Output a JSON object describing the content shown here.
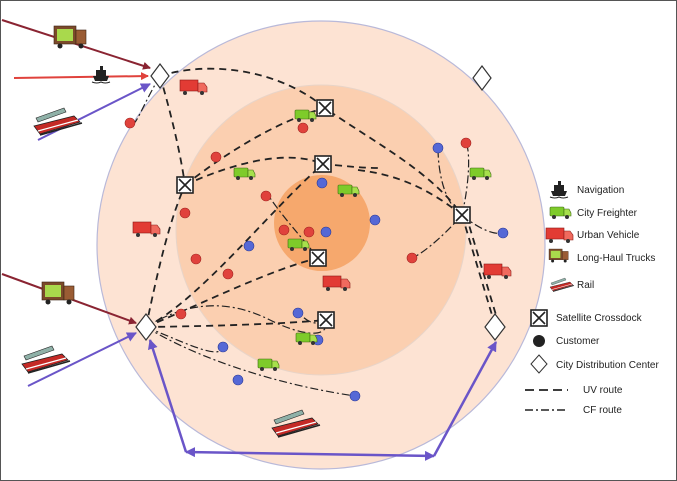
{
  "colors": {
    "outer_ring": "#fde3d3",
    "middle_ring": "#fbcfb0",
    "inner_ring": "#f6a86d",
    "ring_stroke": "#b9b9d9",
    "customer_red": "#e0423c",
    "customer_blue": "#5568d6",
    "arrow_red": "#e0423c",
    "arrow_darkred": "#8a2432",
    "arrow_purple": "#6a55c8",
    "route": "#222222"
  },
  "legend": {
    "navigation": "Navigation",
    "city_freighter": "City Freighter",
    "urban_vehicle": "Urban Vehicle",
    "long_haul_trucks": "Long-Haul Trucks",
    "rail": "Rail",
    "satellite_crossdock": "Satellite Crossdock",
    "customer": "Customer",
    "city_distribution_center": "City Distribution Center",
    "uv_route": "UV route",
    "cf_route": "CF route"
  },
  "icons": {
    "navigation": "ship-icon",
    "city_freighter": "green-van-icon",
    "urban_vehicle": "red-truck-icon",
    "long_haul_trucks": "long-haul-truck-icon",
    "rail": "train-icon",
    "satellite_crossdock": "crossdock-icon",
    "customer": "customer-dot-icon",
    "city_distribution_center": "diamond-icon"
  }
}
